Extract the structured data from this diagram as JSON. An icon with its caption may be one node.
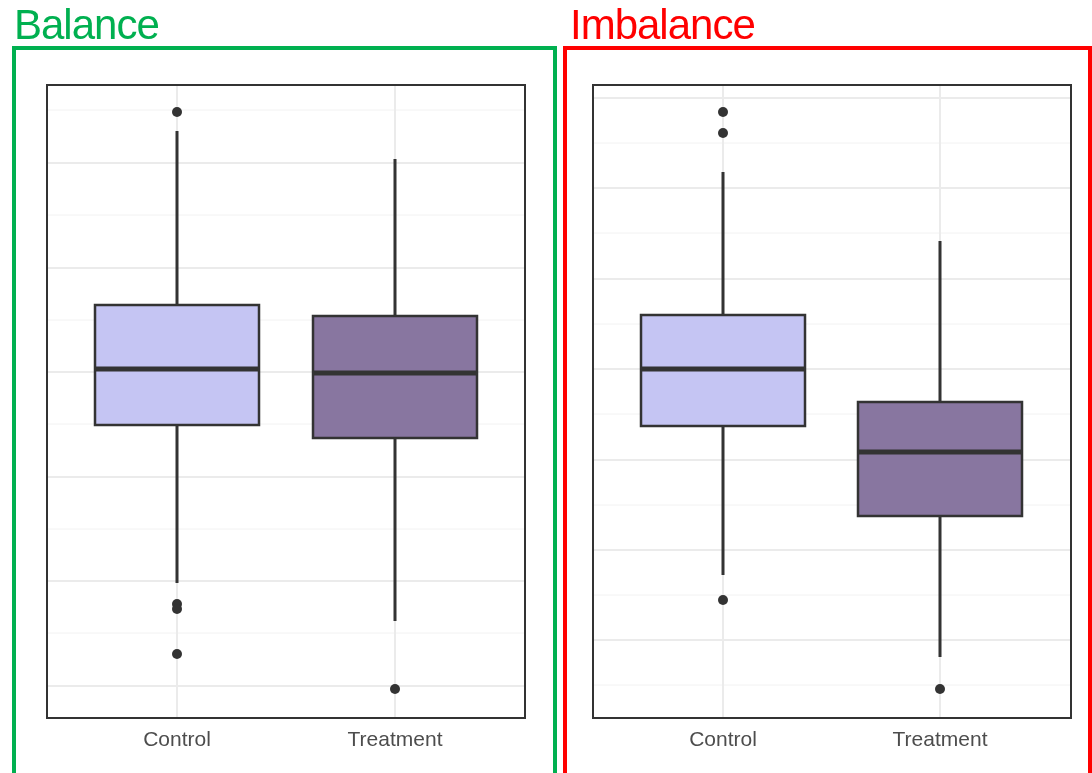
{
  "diagram": {
    "nodes": [
      {
        "text": [
          "Balance"
        ]
      },
      {
        "text": [
          "Imbalance"
        ]
      }
    ],
    "labels": [
      "Control",
      "Treatment",
      "Control",
      "Treatment"
    ]
  }
}
